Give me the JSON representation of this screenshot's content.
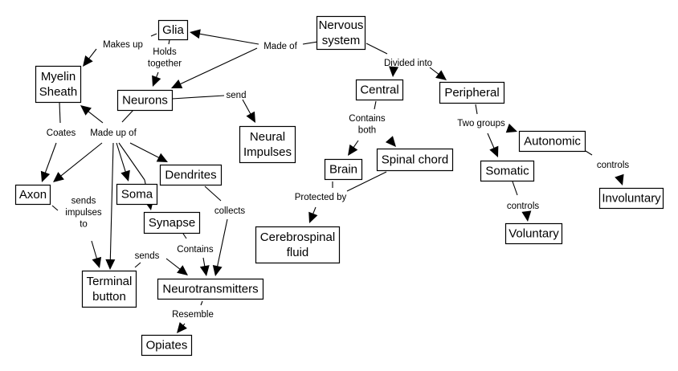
{
  "diagram": {
    "type": "concept-map",
    "colors": {
      "background": "#ffffff",
      "line": "#000000",
      "text": "#000000"
    },
    "nodes": [
      {
        "id": "glia",
        "label": [
          "Glia"
        ]
      },
      {
        "id": "nervous_system",
        "label": [
          "Nervous",
          "system"
        ]
      },
      {
        "id": "myelin_sheath",
        "label": [
          "Myelin",
          "Sheath"
        ]
      },
      {
        "id": "neurons",
        "label": [
          "Neurons"
        ]
      },
      {
        "id": "neural_impulses",
        "label": [
          "Neural",
          "Impulses"
        ]
      },
      {
        "id": "central",
        "label": [
          "Central"
        ]
      },
      {
        "id": "peripheral",
        "label": [
          "Peripheral"
        ]
      },
      {
        "id": "autonomic",
        "label": [
          "Autonomic"
        ]
      },
      {
        "id": "brain",
        "label": [
          "Brain"
        ]
      },
      {
        "id": "spinal_chord",
        "label": [
          "Spinal chord"
        ]
      },
      {
        "id": "somatic",
        "label": [
          "Somatic"
        ]
      },
      {
        "id": "involuntary",
        "label": [
          "Involuntary"
        ]
      },
      {
        "id": "axon",
        "label": [
          "Axon"
        ]
      },
      {
        "id": "soma",
        "label": [
          "Soma"
        ]
      },
      {
        "id": "dendrites",
        "label": [
          "Dendrites"
        ]
      },
      {
        "id": "synapse",
        "label": [
          "Synapse"
        ]
      },
      {
        "id": "voluntary",
        "label": [
          "Voluntary"
        ]
      },
      {
        "id": "cerebrospinal_fluid",
        "label": [
          "Cerebrospinal",
          "fluid"
        ]
      },
      {
        "id": "terminal_button",
        "label": [
          "Terminal",
          "button"
        ]
      },
      {
        "id": "neurotransmitters",
        "label": [
          "Neurotransmitters"
        ]
      },
      {
        "id": "opiates",
        "label": [
          "Opiates"
        ]
      }
    ],
    "links": [
      {
        "id": "made_of",
        "label": [
          "Made of"
        ],
        "from": [
          "nervous_system"
        ],
        "to": [
          "glia",
          "neurons"
        ]
      },
      {
        "id": "makes_up",
        "label": [
          "Makes up"
        ],
        "from": [
          "glia"
        ],
        "to": [
          "myelin_sheath"
        ]
      },
      {
        "id": "holds_together",
        "label": [
          "Holds",
          "together"
        ],
        "from": [
          "glia"
        ],
        "to": [
          "neurons"
        ]
      },
      {
        "id": "send",
        "label": [
          "send"
        ],
        "from": [
          "neurons"
        ],
        "to": [
          "neural_impulses"
        ]
      },
      {
        "id": "made_up_of",
        "label": [
          "Made up of"
        ],
        "from": [
          "neurons"
        ],
        "to": [
          "myelin_sheath",
          "axon",
          "terminal_button",
          "soma",
          "synapse",
          "dendrites"
        ]
      },
      {
        "id": "coates",
        "label": [
          "Coates"
        ],
        "from": [
          "myelin_sheath"
        ],
        "to": [
          "axon"
        ]
      },
      {
        "id": "sends_impulses_to",
        "label": [
          "sends",
          "impulses",
          "to"
        ],
        "from": [
          "axon"
        ],
        "to": [
          "terminal_button"
        ]
      },
      {
        "id": "sends",
        "label": [
          "sends"
        ],
        "from": [
          "terminal_button"
        ],
        "to": [
          "neurotransmitters"
        ]
      },
      {
        "id": "contains",
        "label": [
          "Contains"
        ],
        "from": [
          "synapse"
        ],
        "to": [
          "neurotransmitters"
        ]
      },
      {
        "id": "collects",
        "label": [
          "collects"
        ],
        "from": [
          "dendrites"
        ],
        "to": [
          "neurotransmitters"
        ]
      },
      {
        "id": "resemble",
        "label": [
          "Resemble"
        ],
        "from": [
          "neurotransmitters"
        ],
        "to": [
          "opiates"
        ]
      },
      {
        "id": "divided_into",
        "label": [
          "Divided into"
        ],
        "from": [
          "nervous_system"
        ],
        "to": [
          "central",
          "peripheral"
        ]
      },
      {
        "id": "contains_both",
        "label": [
          "Contains",
          "both"
        ],
        "from": [
          "central"
        ],
        "to": [
          "brain",
          "spinal_chord"
        ]
      },
      {
        "id": "protected_by",
        "label": [
          "Protected by"
        ],
        "from": [
          "brain",
          "spinal_chord"
        ],
        "to": [
          "cerebrospinal_fluid"
        ]
      },
      {
        "id": "two_groups",
        "label": [
          "Two groups"
        ],
        "from": [
          "peripheral"
        ],
        "to": [
          "somatic",
          "autonomic"
        ]
      },
      {
        "id": "controls_somatic",
        "label": [
          "controls"
        ],
        "from": [
          "somatic"
        ],
        "to": [
          "voluntary"
        ]
      },
      {
        "id": "controls_autonomic",
        "label": [
          "controls"
        ],
        "from": [
          "autonomic"
        ],
        "to": [
          "involuntary"
        ]
      }
    ]
  }
}
